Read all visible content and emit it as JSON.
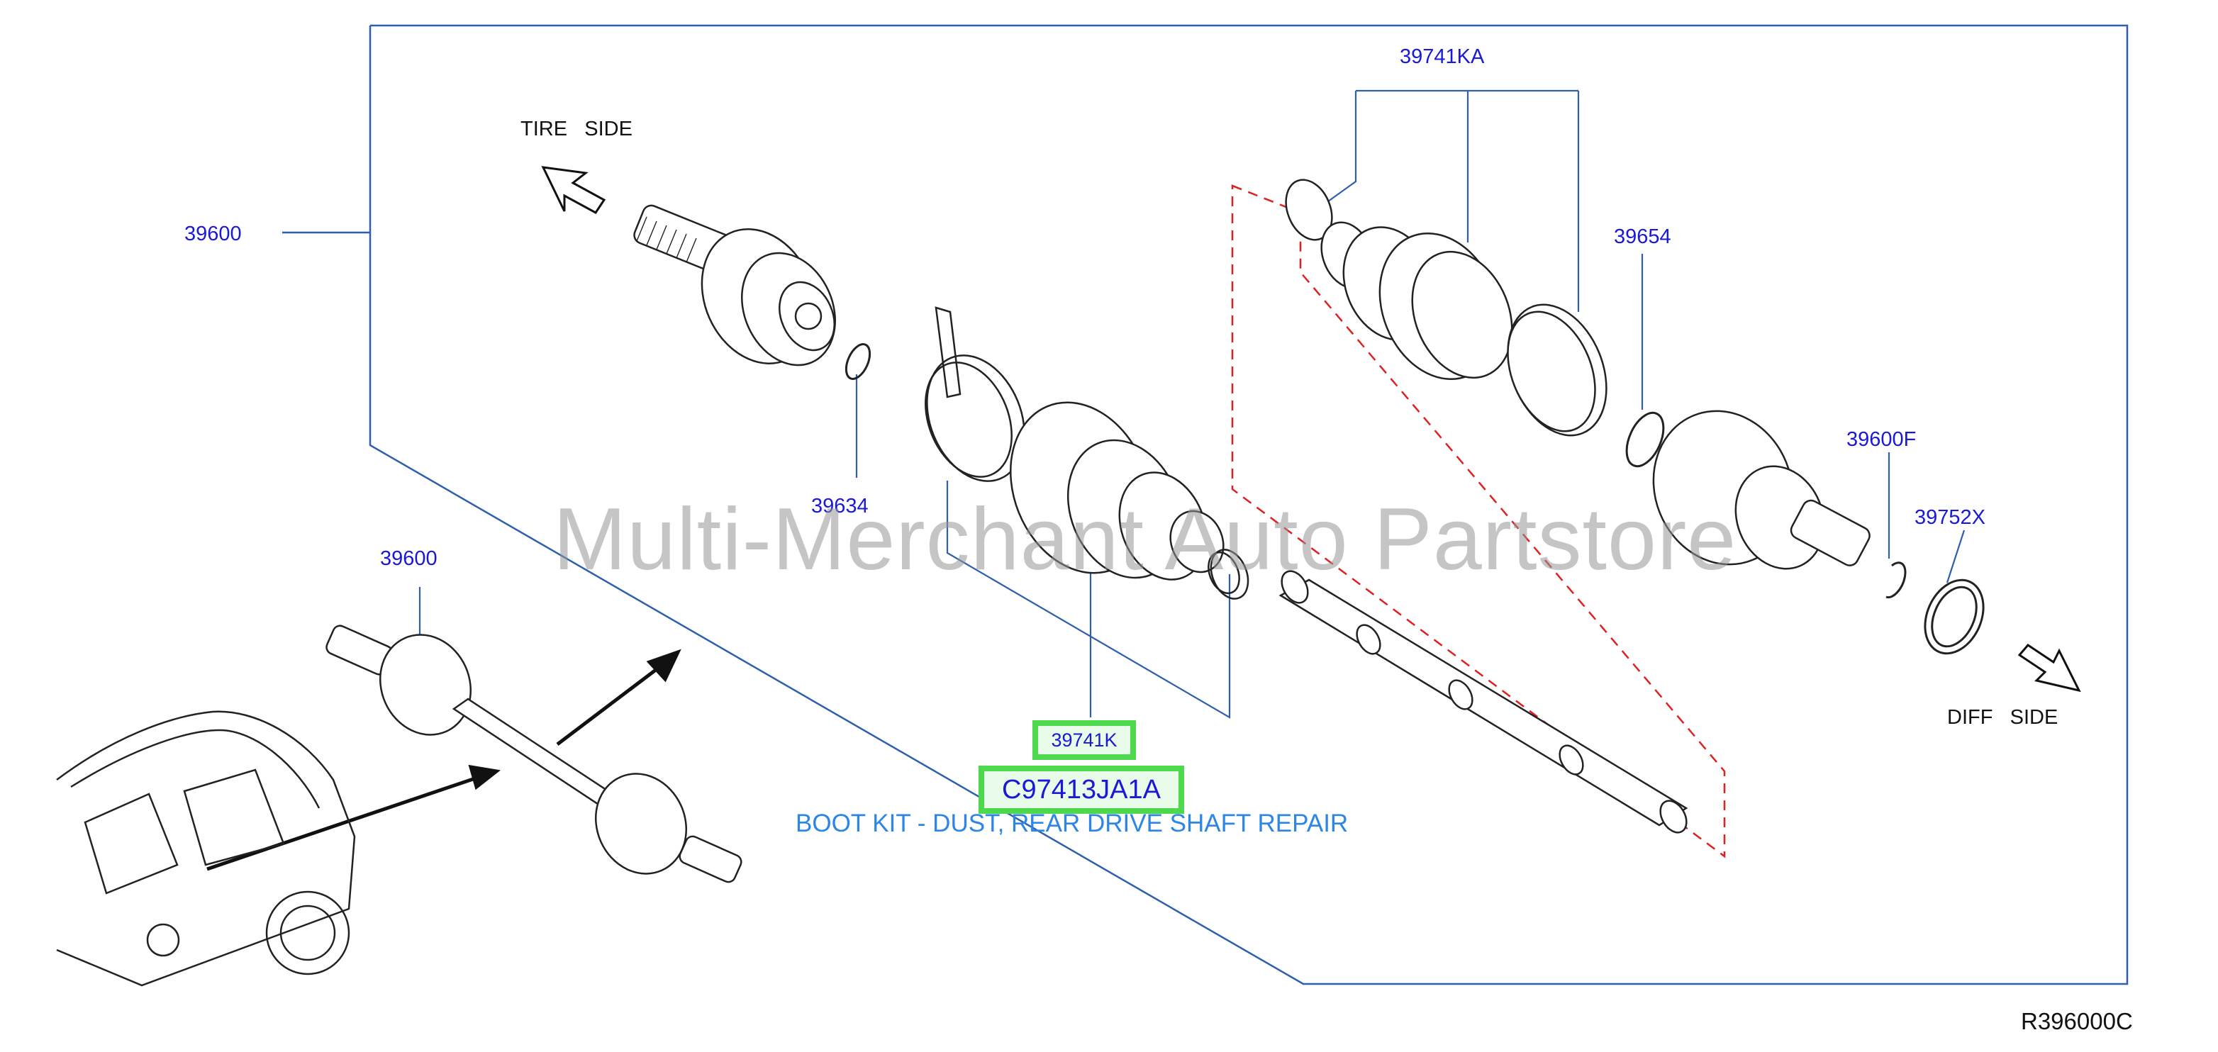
{
  "diagram": {
    "labels": {
      "assembly_main": "39600",
      "assembly_inset": "39600",
      "boot_band_outer": "39741KA",
      "snap_ring_39654": "39654",
      "snap_ring_39634": "39634",
      "circlip_39600F": "39600F",
      "seal_39752X": "39752X",
      "tire_side": "TIRE   SIDE",
      "diff_side": "DIFF   SIDE",
      "reference_code": "R396000C"
    },
    "highlight": {
      "part_number": "39741K",
      "oem_code": "C97413JA1A",
      "description": "BOOT KIT - DUST, REAR DRIVE SHAFT REPAIR"
    },
    "watermark": "Multi-Merchant Auto Partstore",
    "colors": {
      "label_blue": "#1a1ad6",
      "frame_line": "#2e5fae",
      "dashed_red": "#e02020",
      "highlight_green": "#4ed84e",
      "description_blue": "#2b86e6"
    },
    "icons": [
      "tire-side-arrow-icon",
      "diff-side-arrow-icon"
    ]
  }
}
